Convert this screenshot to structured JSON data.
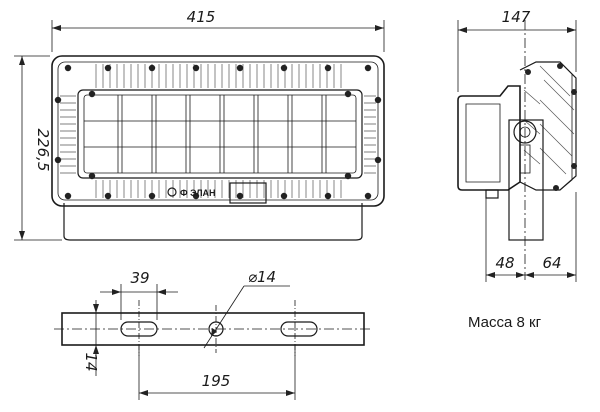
{
  "dimensions": {
    "overall_width": "415",
    "side_depth": "147",
    "overall_height": "226,5",
    "slot_pitch": "39",
    "hole_diameter": "⌀14",
    "bracket_thickness": "14",
    "hole_spacing": "195",
    "depth_front": "48",
    "depth_rear": "64"
  },
  "notes": {
    "mass": "Масса 8 кг",
    "logo_text": "Ф ЭЛАН"
  }
}
